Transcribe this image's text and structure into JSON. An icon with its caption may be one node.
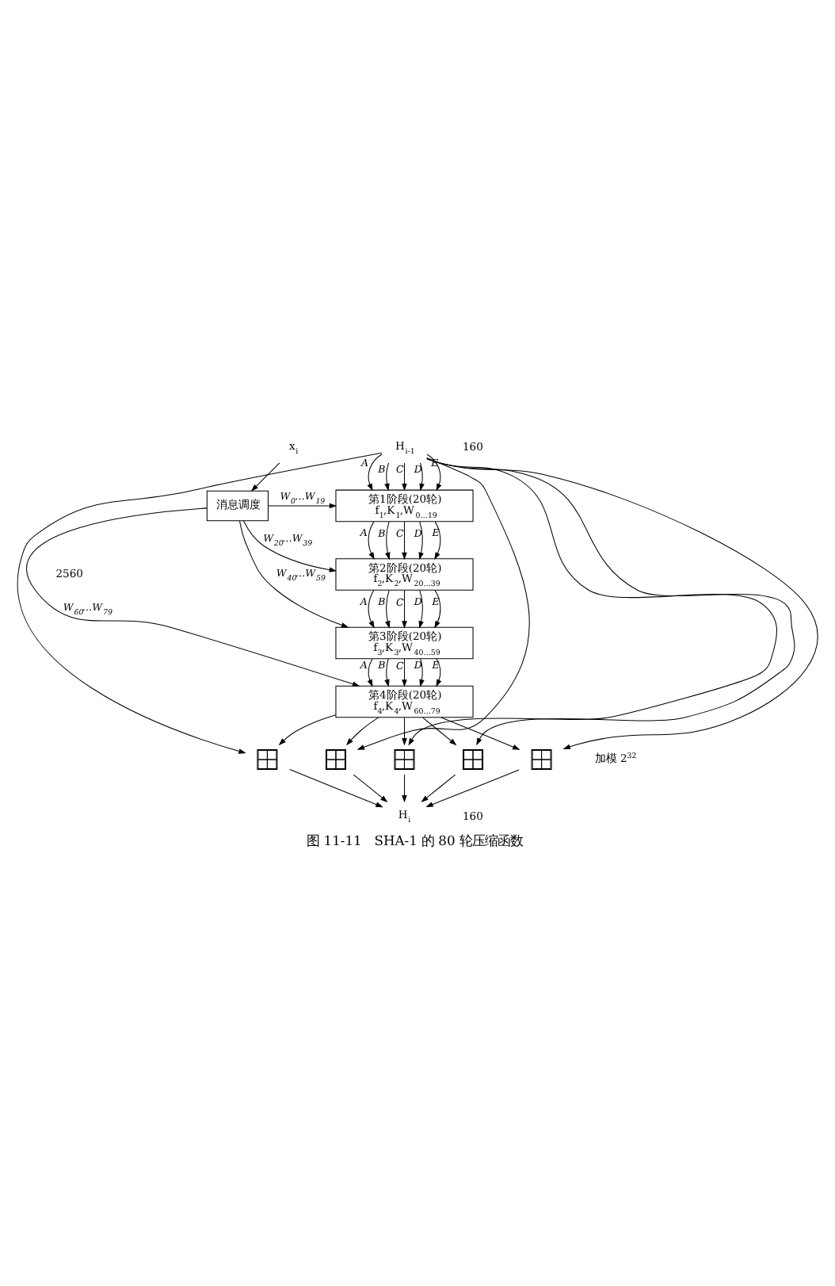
{
  "diagram": {
    "caption": "图 11-11　SHA-1 的 80 轮压缩函数",
    "nodes": [
      {
        "text": [
          "H$_{i-1}$"
        ]
      },
      {
        "text": [
          "x$_{i}$"
        ]
      },
      {
        "text": [
          "消息调度"
        ]
      },
      {
        "text": [
          "第1阶段(20轮)",
          "f$_{1}$,K$_{1}$,W$_{0…19}$"
        ]
      },
      {
        "text": [
          "第2阶段(20轮)",
          "f$_{2}$,K$_{2}$,W$_{20…39}$"
        ]
      },
      {
        "text": [
          "第3阶段(20轮)",
          "f$_{3}$,K$_{3}$,W$_{40…59}$"
        ]
      },
      {
        "text": [
          "第4阶段(20轮)",
          "f$_{4}$,K$_{4}$,W$_{60…79}$"
        ]
      },
      {
        "text": [],
        "shape": "box"
      },
      {
        "text": [],
        "shape": "box"
      },
      {
        "text": [],
        "shape": "box"
      },
      {
        "text": [],
        "shape": "box"
      },
      {
        "text": [],
        "shape": "box"
      },
      {
        "text": [
          "H$_{i}$"
        ]
      }
    ],
    "edges": [
      {
        "from": 0,
        "to": 3,
        "arrow": "to",
        "label": "A"
      },
      {
        "from": 0,
        "to": 3,
        "arrow": "to",
        "label": "B"
      },
      {
        "from": 0,
        "to": 3,
        "arrow": "to",
        "label": "C"
      },
      {
        "from": 0,
        "to": 3,
        "arrow": "to",
        "label": "D"
      },
      {
        "from": 0,
        "to": 3,
        "arrow": "to",
        "label": "E"
      },
      {
        "from": 0,
        "to": 7,
        "arrow": "to"
      },
      {
        "from": 0,
        "to": 8,
        "arrow": "to"
      },
      {
        "from": 0,
        "to": 9,
        "arrow": "to"
      },
      {
        "from": 0,
        "to": 10,
        "arrow": "to"
      },
      {
        "from": 0,
        "to": 11,
        "arrow": "to"
      },
      {
        "from": 1,
        "to": 2,
        "arrow": "to"
      },
      {
        "from": 2,
        "to": 3,
        "arrow": "to",
        "label": "W$_{0}$…W$_{19}$"
      },
      {
        "from": 2,
        "to": 4,
        "arrow": "to",
        "label": "W$_{20}$…W$_{39}$"
      },
      {
        "from": 2,
        "to": 5,
        "arrow": "to",
        "label": "W$_{40}$…W$_{59}$"
      },
      {
        "from": 2,
        "to": 6,
        "arrow": "to",
        "label": "W$_{60}$…W$_{79}$"
      },
      {
        "from": 3,
        "to": 4,
        "arrow": "to",
        "label": "A"
      },
      {
        "from": 3,
        "to": 4,
        "arrow": "to",
        "label": "B"
      },
      {
        "from": 3,
        "to": 4,
        "arrow": "to",
        "label": "C"
      },
      {
        "from": 3,
        "to": 4,
        "arrow": "to",
        "label": "D"
      },
      {
        "from": 3,
        "to": 4,
        "arrow": "to",
        "label": "E"
      },
      {
        "from": 4,
        "to": 5,
        "arrow": "to",
        "label": "A"
      },
      {
        "from": 4,
        "to": 5,
        "arrow": "to",
        "label": "B"
      },
      {
        "from": 4,
        "to": 5,
        "arrow": "to",
        "label": "C"
      },
      {
        "from": 4,
        "to": 5,
        "arrow": "to",
        "label": "D"
      },
      {
        "from": 4,
        "to": 5,
        "arrow": "to",
        "label": "E"
      },
      {
        "from": 5,
        "to": 6,
        "arrow": "to",
        "label": "A"
      },
      {
        "from": 5,
        "to": 6,
        "arrow": "to",
        "label": "B"
      },
      {
        "from": 5,
        "to": 6,
        "arrow": "to",
        "label": "C"
      },
      {
        "from": 5,
        "to": 6,
        "arrow": "to",
        "label": "D"
      },
      {
        "from": 5,
        "to": 6,
        "arrow": "to",
        "label": "E"
      },
      {
        "from": 6,
        "to": 7,
        "arrow": "to"
      },
      {
        "from": 6,
        "to": 8,
        "arrow": "to"
      },
      {
        "from": 6,
        "to": 9,
        "arrow": "to"
      },
      {
        "from": 6,
        "to": 10,
        "arrow": "to"
      },
      {
        "from": 6,
        "to": 11,
        "arrow": "to"
      },
      {
        "from": 7,
        "to": 12,
        "arrow": "to"
      },
      {
        "from": 8,
        "to": 12,
        "arrow": "to"
      },
      {
        "from": 9,
        "to": 12,
        "arrow": "to"
      },
      {
        "from": 10,
        "to": 12,
        "arrow": "to"
      },
      {
        "from": 11,
        "to": 12,
        "arrow": "to"
      }
    ],
    "labels": [
      "160",
      "2560",
      "加模 2$^{32}$",
      "160"
    ]
  }
}
